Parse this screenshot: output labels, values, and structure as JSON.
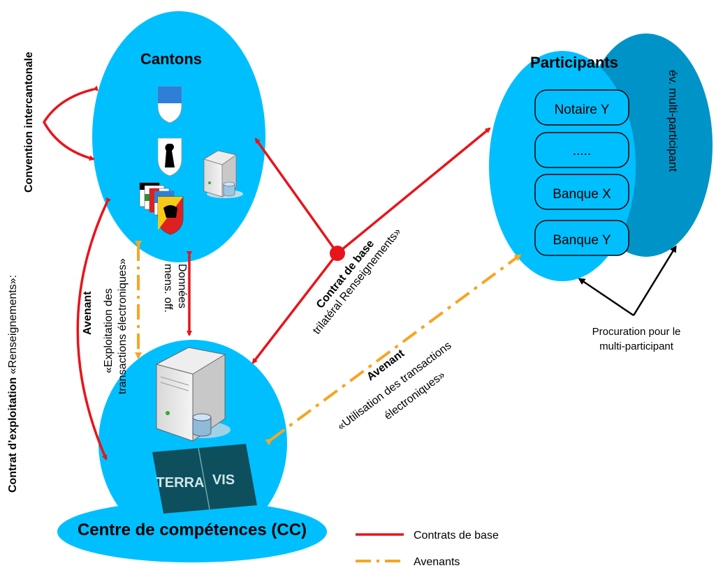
{
  "labels": {
    "cantons": "Cantons",
    "participants": "Participants",
    "multi_participant": "év. multi-participant",
    "cc": "Centre de compétences (CC)",
    "terravis_left": "TERRA",
    "terravis_right": "VIS",
    "convention": "Convention intercantonale",
    "contrat_exploitation_bold": "Contrat d’exploitation",
    "contrat_exploitation_rest": " «Renseignements»:",
    "avenant": "Avenant",
    "exploitation_line1": "«Exploitation des",
    "exploitation_line2": "transactions électroniques»",
    "donnees_line1": "Données",
    "donnees_line2": "mens. off.",
    "contrat_base": "Contrat de base",
    "trilateral": "trilatéral Renseignements»",
    "utilisation_line1": "«Utilisation des transactions",
    "utilisation_line2": "électroniques»",
    "procuration_line1": "Procuration pour le",
    "procuration_line2": "multi-participant"
  },
  "participants": [
    "Notaire Y",
    ".....",
    "Banque X",
    "Banque Y"
  ],
  "legend": [
    {
      "label": "Contrats de base",
      "style": "solid"
    },
    {
      "label": "Avenants",
      "style": "dashdot"
    }
  ],
  "colors": {
    "ellipse_fill": "#00BFFF",
    "multi_fill": "#0093C8",
    "base_contract": "#E8141B",
    "avenant": "#F5A623",
    "terravis_box": "#0D4F5C"
  }
}
